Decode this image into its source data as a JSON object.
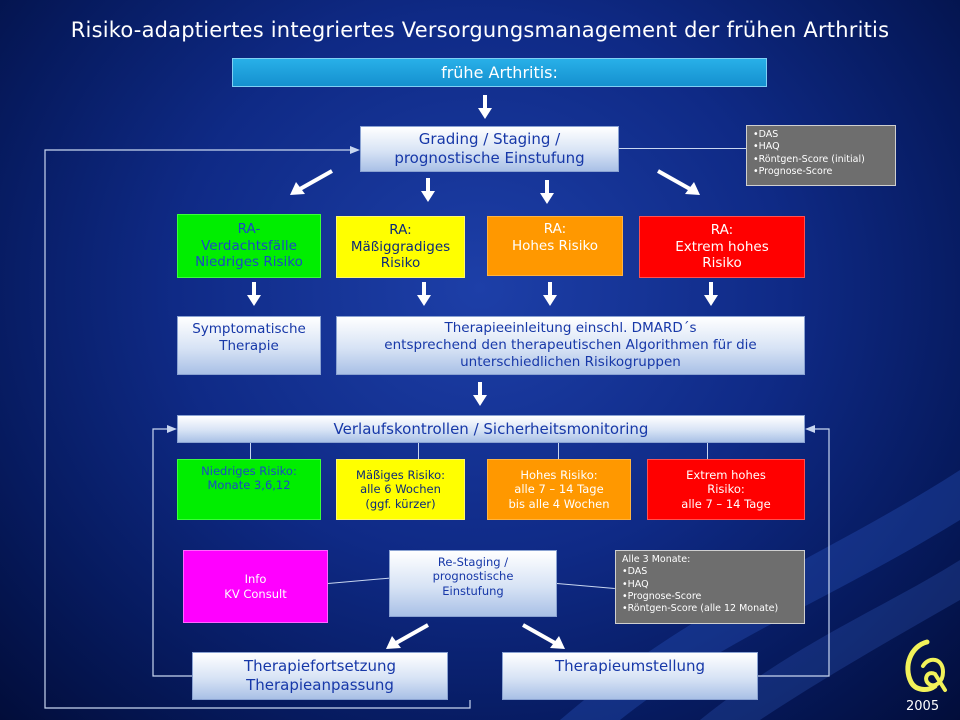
{
  "title": "Risiko-adaptiertes integriertes Versorgungsmanagement der frühen Arthritis",
  "top_box": "frühe Arthritis:",
  "grading": [
    "Grading / Staging /",
    "prognostische Einstufung"
  ],
  "grading_info": [
    "•DAS",
    "•HAQ",
    "•Röntgen-Score (initial)",
    "•Prognose-Score"
  ],
  "risk_groups": {
    "low": [
      "RA-",
      "Verdachtsfälle",
      "Niedriges Risiko"
    ],
    "moderate": [
      "RA:",
      "Mäßiggradiges",
      "Risiko"
    ],
    "high": [
      "RA:",
      "Hohes Risiko"
    ],
    "extreme": [
      "RA:",
      "Extrem hohes",
      "Risiko"
    ]
  },
  "symptomatic": [
    "Symptomatische",
    "Therapie"
  ],
  "therapy_init": [
    "Therapieeinleitung einschl. DMARD´s",
    "entsprechend den therapeutischen Algorithmen für die",
    "unterschiedlichen Risikogruppen"
  ],
  "monitoring": "Verlaufskontrollen / Sicherheitsmonitoring",
  "intervals": {
    "low": [
      "Niedriges Risiko:",
      "Monate 3,6,12"
    ],
    "moderate": [
      "Mäßiges Risiko:",
      "alle 6 Wochen",
      "(ggf. kürzer)"
    ],
    "high": [
      "Hohes Risiko:",
      "alle 7 – 14 Tage",
      "bis alle 4 Wochen"
    ],
    "extreme": [
      "Extrem hohes",
      "Risiko:",
      "alle 7 – 14 Tage"
    ]
  },
  "info": [
    "Info",
    "KV Consult"
  ],
  "restaging": [
    "Re-Staging /",
    "prognostische",
    "Einstufung"
  ],
  "restaging_info": [
    "Alle  3 Monate:",
    "•DAS",
    "•HAQ",
    "•Prognose-Score",
    "•Röntgen-Score (alle 12 Monate)"
  ],
  "continuation": [
    "Therapiefortsetzung",
    "Therapieanpassung"
  ],
  "change": "Therapieumstellung",
  "year": "2005",
  "colors": {
    "low": "#00ee00",
    "moderate": "#ffff00",
    "high": "#ff9800",
    "extreme": "#ff0000",
    "info": "#ff00ff",
    "top_bar": "#1a9ad6",
    "info_box": "#6e6e6e"
  }
}
